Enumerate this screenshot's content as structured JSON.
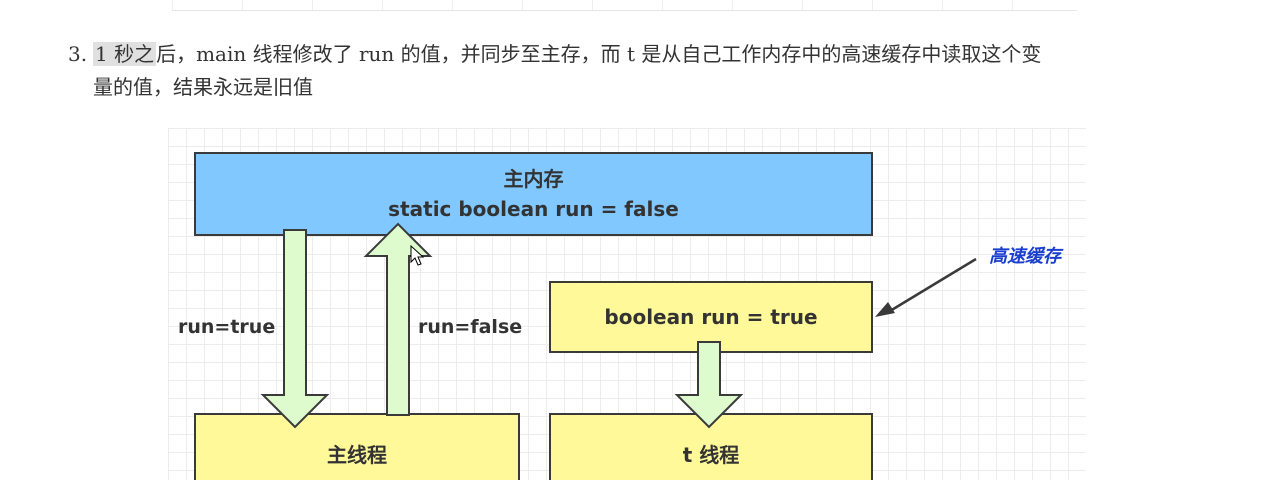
{
  "paragraph": {
    "number": "3.",
    "highlight": "1 秒之",
    "line1_rest": "后，main 线程修改了 run 的值，并同步至主存，而 t 是从自己工作内存中的高速缓存中读取这个变",
    "line2": "量的值，结果永远是旧值"
  },
  "diagram": {
    "main_memory": {
      "title": "主内存",
      "code": "static boolean run = false"
    },
    "cache_box": {
      "text": "boolean run = true"
    },
    "main_thread": {
      "text": "主线程"
    },
    "t_thread": {
      "text": "t 线程"
    },
    "arrow_down_label": "run=true",
    "arrow_up_label": "run=false",
    "cache_callout": "高速缓存"
  },
  "colors": {
    "main_memory_fill": "#80c8ff",
    "box_fill": "#fff99a",
    "arrow_fill": "#ddfbcd",
    "callout_text": "#1a3fd0",
    "text": "#333333"
  }
}
